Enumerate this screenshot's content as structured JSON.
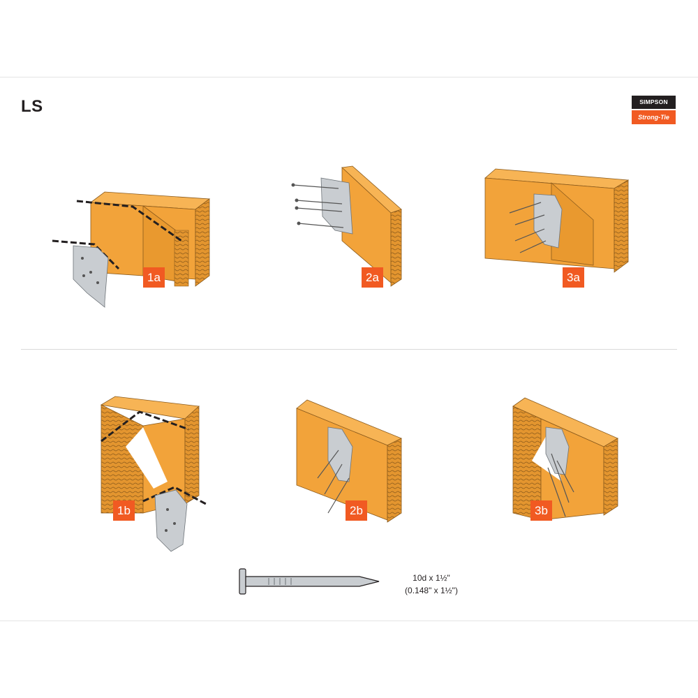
{
  "title": "LS",
  "logo": {
    "top": "SIMPSON",
    "bottom": "Strong-Tie",
    "colors": {
      "dark": "#231f20",
      "orange": "#f15a22"
    }
  },
  "steps": [
    {
      "label": "1a"
    },
    {
      "label": "2a"
    },
    {
      "label": "3a"
    },
    {
      "label": "1b"
    },
    {
      "label": "2b"
    },
    {
      "label": "3b"
    }
  ],
  "nail": {
    "line1": "10d x 1½\"",
    "line2": "(0.148\" x 1½\")"
  },
  "colors": {
    "wood": "#f2a33a",
    "wood_dark": "#d98a2b",
    "grain": "#8a5a1c",
    "metal": "#c9cdd1",
    "badge": "#f15a22"
  }
}
